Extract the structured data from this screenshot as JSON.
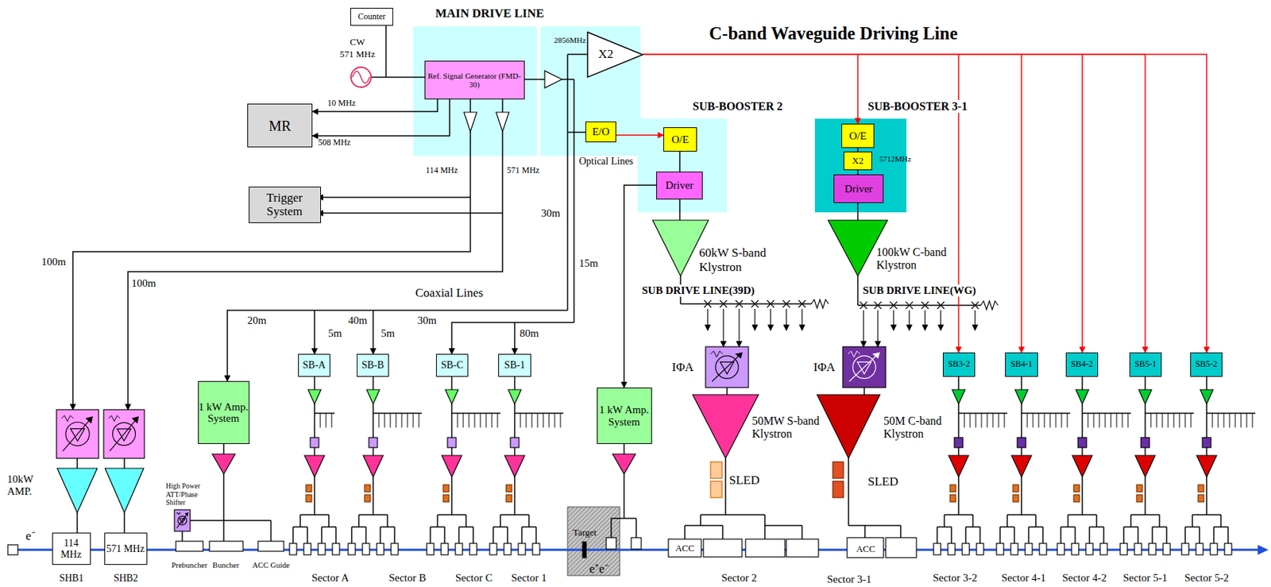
{
  "diagram": {
    "nodes": [
      {
        "text": [
          "Counter"
        ]
      },
      {
        "text": [
          "MAIN DRIVE LINE"
        ]
      },
      {
        "text": [
          "Ref. Signal Generator (FMD-30)"
        ],
        "in": 1
      },
      {
        "text": [
          "MR"
        ]
      },
      {
        "text": [
          "Trigger System"
        ]
      },
      {
        "text": [
          "X2"
        ]
      },
      {
        "text": [
          "E/O"
        ]
      },
      {
        "text": [
          "SUB-BOOSTER 2"
        ]
      },
      {
        "text": [
          "O/E"
        ],
        "in": 7
      },
      {
        "text": [
          "Driver"
        ],
        "in": 7
      },
      {
        "text": [
          "SUB-BOOSTER 3-1"
        ]
      },
      {
        "text": [
          "O/E"
        ],
        "in": 10
      },
      {
        "text": [
          "X2"
        ],
        "in": 10
      },
      {
        "text": [
          "Driver"
        ],
        "in": 10
      },
      {
        "text": [
          "1 kW Amp. System"
        ]
      },
      {
        "text": [
          "SB-A"
        ]
      },
      {
        "text": [
          "SB-B"
        ]
      },
      {
        "text": [
          "SB-C"
        ]
      },
      {
        "text": [
          "SB-1"
        ]
      },
      {
        "text": [
          "1 kW Amp. System"
        ]
      },
      {
        "text": [
          "SB3-2"
        ]
      },
      {
        "text": [
          "SB4-1"
        ]
      },
      {
        "text": [
          "SB4-2"
        ]
      },
      {
        "text": [
          "SB5-1"
        ]
      },
      {
        "text": [
          "SB5-2"
        ]
      },
      {
        "text": [
          "114 MHz"
        ]
      },
      {
        "text": [
          "571 MHz"
        ]
      }
    ],
    "edges": [
      {
        "from": 2,
        "to": 3,
        "label": "10 MHz",
        "arrow": "to"
      },
      {
        "from": 2,
        "to": 3,
        "label": "508 MHz",
        "arrow": "to"
      },
      {
        "from": 6,
        "to": 8,
        "arrow": "to"
      },
      {
        "from": 9,
        "to": 19,
        "arrow": "to"
      },
      {
        "from": 5,
        "to": 11,
        "arrow": "to"
      },
      {
        "from": 5,
        "to": 20,
        "arrow": "to"
      },
      {
        "from": 5,
        "to": 21,
        "arrow": "to"
      },
      {
        "from": 5,
        "to": 22,
        "arrow": "to"
      },
      {
        "from": 5,
        "to": 23,
        "arrow": "to"
      },
      {
        "from": 5,
        "to": 24,
        "arrow": "to"
      }
    ],
    "labels": [
      "C-band Waveguide Driving Line",
      "CW",
      "571 MHz",
      "2856MHz",
      "114 MHz",
      "571 MHz",
      "Optical Lines",
      "30m",
      "15m",
      "100m",
      "100m",
      "Coaxial Lines",
      "20m",
      "40m",
      "30m",
      "5m",
      "5m",
      "80m",
      "5712MHz",
      "60kW S-band Klystron",
      "100kW C-band Klystron",
      "SUB DRIVE LINE(39D)",
      "SUB DRIVE LINE(WG)",
      "IΦA",
      "IΦA",
      "50MW S-band Klystron",
      "50M C-band Klystron",
      "SLED",
      "SLED",
      "10kW AMP.",
      "e⁻",
      "High Power ATT/Phase Shifter",
      "SHB1",
      "SHB2",
      "Prebuncher",
      "Buncher",
      "ACC Guide",
      "Sector A",
      "Sector B",
      "Sector C",
      "Sector 1",
      "Target",
      "e⁺e⁻",
      "ACC",
      "Sector 2",
      "ACC",
      "Sector 3-1",
      "Sector 3-2",
      "Sector 4-1",
      "Sector 4-2",
      "Sector 5-1",
      "Sector 5-2"
    ]
  }
}
